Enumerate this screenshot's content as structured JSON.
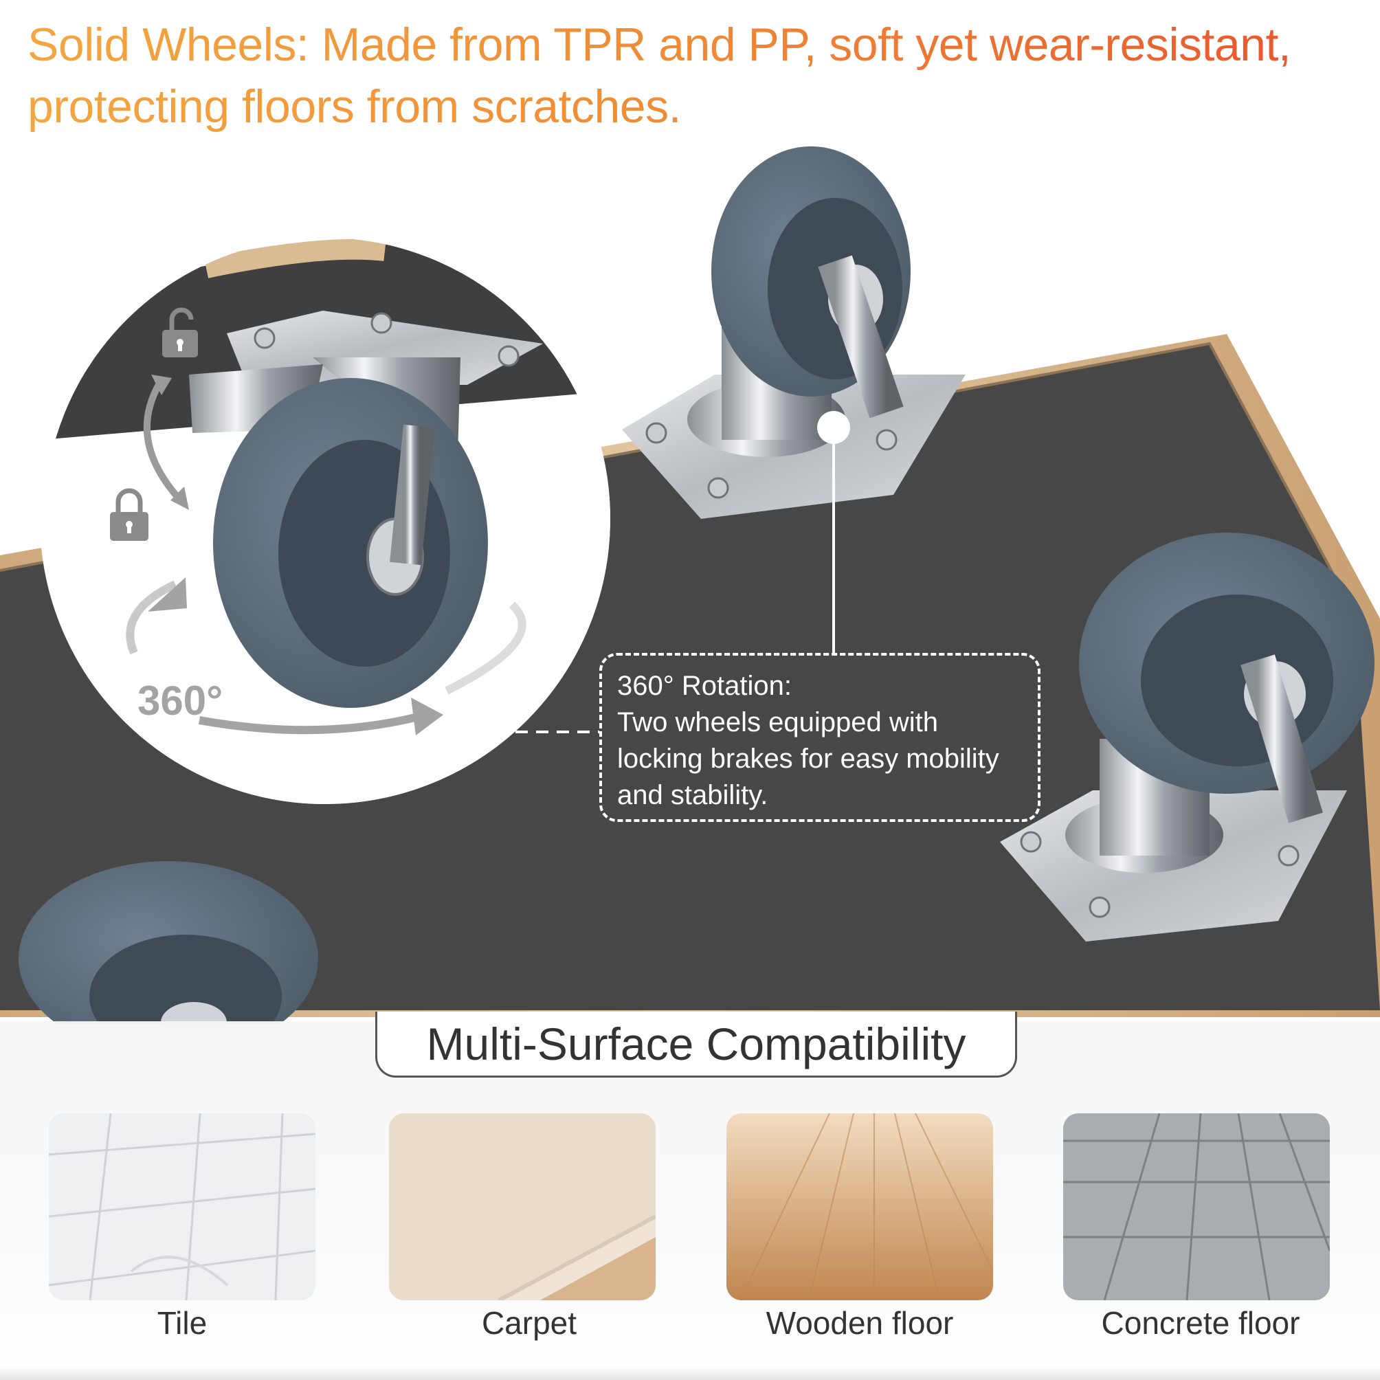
{
  "headline": {
    "line1": "Solid Wheels: Made from TPR and PP, soft yet wear-resistant,",
    "line2": "protecting floors from scratches."
  },
  "rotation_callout": {
    "title": "360° Rotation:",
    "line1": "Two wheels equipped with",
    "line2": "locking brakes for easy mobility",
    "line3": "and stability."
  },
  "rotation_badge": "360°",
  "section_title": "Multi-Surface Compatibility",
  "surfaces": [
    {
      "label": "Tile"
    },
    {
      "label": "Carpet"
    },
    {
      "label": "Wooden floor"
    },
    {
      "label": "Concrete floor"
    }
  ],
  "colors": {
    "headline_start": "#f3a640",
    "headline_end": "#e8522d",
    "board": "#474747",
    "wheel": "#5e6e7c",
    "wood_edge": "#d7b58c"
  },
  "icons": [
    "unlock-icon",
    "lock-icon",
    "rotate-arrow-icon",
    "rotation-ring-icon"
  ]
}
